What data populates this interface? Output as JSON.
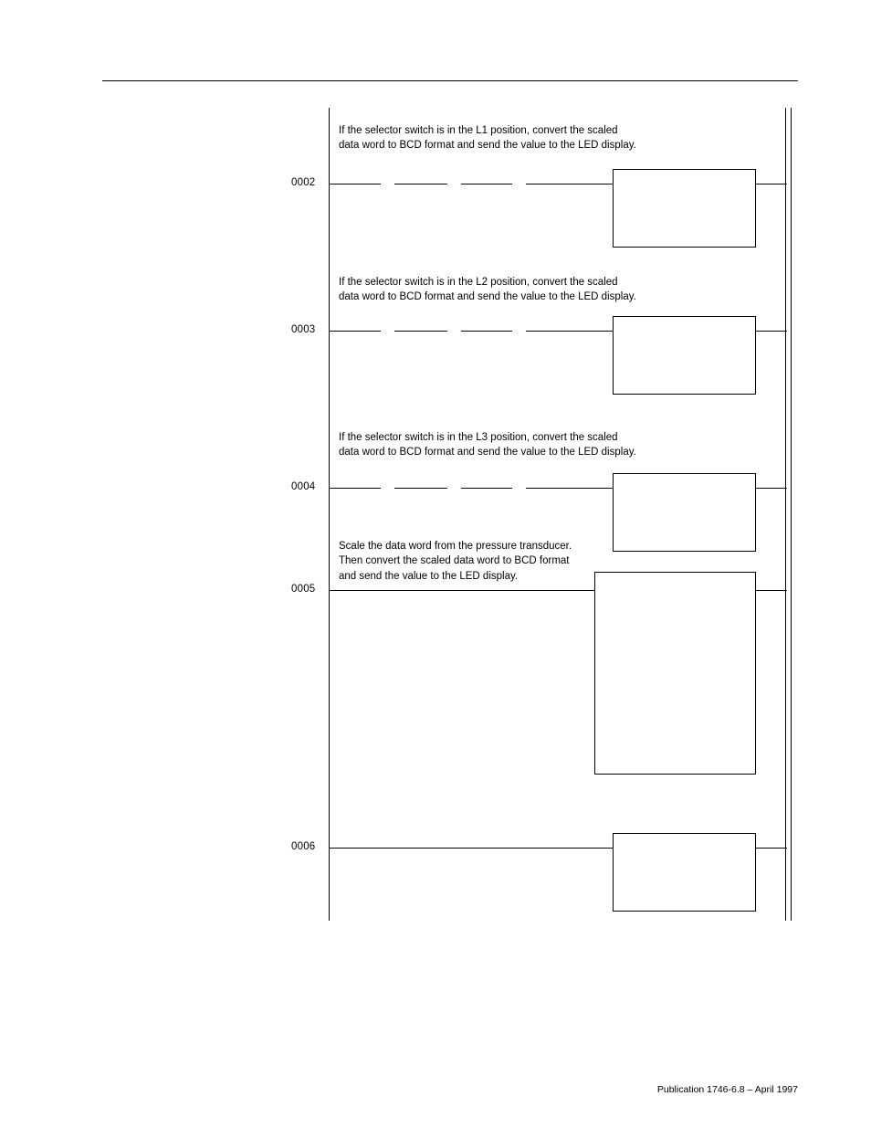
{
  "document": {
    "footer_text": "Publication 1746-6.8 – April 1997"
  },
  "ladder": {
    "rungs": [
      {
        "number": "0002",
        "comment": "If the selector switch is in the L1 position, convert the scaled\ndata word to BCD format and send the value to the LED display."
      },
      {
        "number": "0003",
        "comment": "If the selector switch is in the L2 position, convert the scaled\ndata word to BCD format and send the value to the LED display."
      },
      {
        "number": "0004",
        "comment": "If the selector switch is in the L3 position, convert the scaled\ndata word to BCD format and send the value to the LED display."
      },
      {
        "number": "0005",
        "comment": "Scale the data word from the pressure transducer.\nThen convert the scaled data word to BCD format\nand send the value to the LED display."
      },
      {
        "number": "0006",
        "comment": ""
      }
    ]
  }
}
